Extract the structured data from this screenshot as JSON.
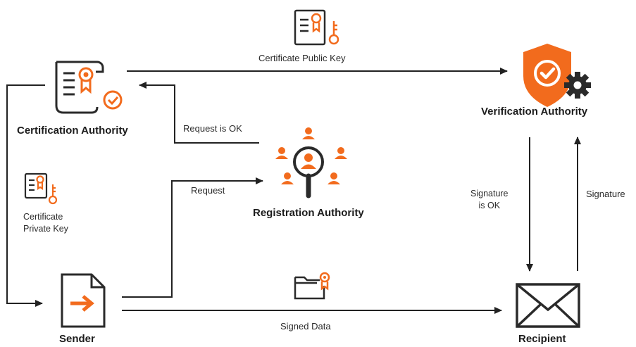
{
  "nodes": {
    "certification_authority": "Certification Authority",
    "verification_authority": "Verification Authority",
    "registration_authority": "Registration Authority",
    "sender": "Sender",
    "recipient": "Recipient"
  },
  "edges": {
    "certificate_public_key": "Certificate Public Key",
    "request_is_ok": "Request is OK",
    "request": "Request",
    "certificate_private_key_line1": "Certificate",
    "certificate_private_key_line2": "Private Key",
    "signed_data": "Signed Data",
    "signature_is_ok_line1": "Signature",
    "signature_is_ok_line2": "is OK",
    "signature": "Signature"
  },
  "colors": {
    "accent": "#f26b1d",
    "line": "#222222",
    "icon_dark": "#2a2a2a"
  }
}
